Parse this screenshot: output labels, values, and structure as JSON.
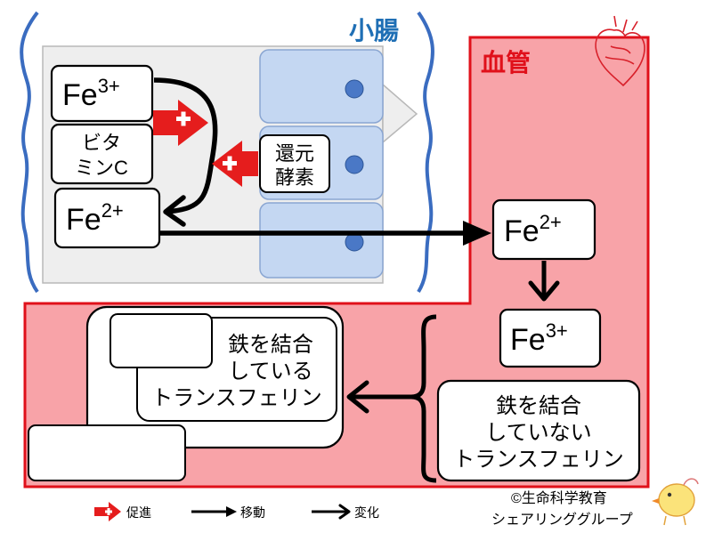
{
  "regions": {
    "intestine_label": "小腸",
    "vessel_label": "血管"
  },
  "colors": {
    "vessel_fill": "#f8a3a8",
    "vessel_border": "#e0101a",
    "intestine_label": "#1f6fb5",
    "vessel_label": "#e0101a",
    "brace": "#3a6cc0",
    "cell_fill": "#c4d7f2",
    "nucleus": "#4a78c6",
    "promote_arrow": "#e51d1d"
  },
  "intestine": {
    "fe3": {
      "base": "Fe",
      "charge": "3+"
    },
    "vitamin_c": {
      "line1": "ビタ",
      "line2": "ミンC"
    },
    "fe2": {
      "base": "Fe",
      "charge": "2+"
    },
    "enzyme": {
      "line1": "還元",
      "line2": "酵素"
    }
  },
  "blood": {
    "fe2": {
      "base": "Fe",
      "charge": "2+"
    },
    "fe3": {
      "base": "Fe",
      "charge": "3+"
    },
    "unbound_transferrin": {
      "line1": "鉄を結合",
      "line2": "していない",
      "line3": "トランスフェリン"
    },
    "bound_transferrin": {
      "line1": "鉄を結合",
      "line2": "している",
      "line3": "トランスフェリン"
    }
  },
  "legend": {
    "promote": "促進",
    "move": "移動",
    "change": "変化"
  },
  "credit": {
    "line1": "©生命科学教育",
    "line2": "シェアリンググループ"
  }
}
